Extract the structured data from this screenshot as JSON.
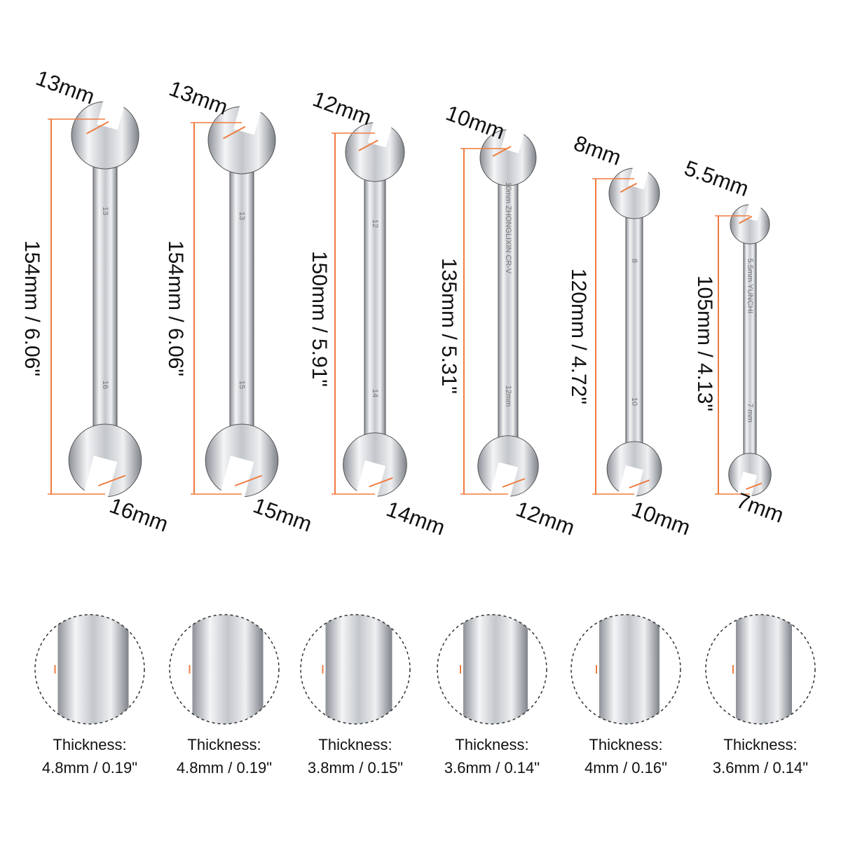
{
  "colors": {
    "dimension": "#f07b3f",
    "steel": "#c9ccd1",
    "outline": "#333333"
  },
  "wrenches": [
    {
      "top_size": "13mm",
      "bottom_size": "16mm",
      "length": "154mm / 6.06\"",
      "mark_top": "13",
      "mark_bottom": "16",
      "thickness_label": "Thickness:",
      "thickness": "4.8mm / 0.19\""
    },
    {
      "top_size": "13mm",
      "bottom_size": "15mm",
      "length": "154mm / 6.06\"",
      "mark_top": "13",
      "mark_bottom": "15",
      "thickness_label": "Thickness:",
      "thickness": "4.8mm / 0.19\""
    },
    {
      "top_size": "12mm",
      "bottom_size": "14mm",
      "length": "150mm / 5.91\"",
      "mark_top": "12",
      "mark_bottom": "14",
      "thickness_label": "Thickness:",
      "thickness": "3.8mm / 0.15\""
    },
    {
      "top_size": "10mm",
      "bottom_size": "12mm",
      "length": "135mm / 5.31\"",
      "mark_top": "10mm ZHONGLIXIN CR-V",
      "mark_bottom": "12mm",
      "thickness_label": "Thickness:",
      "thickness": "3.6mm / 0.14\""
    },
    {
      "top_size": "8mm",
      "bottom_size": "10mm",
      "length": "120mm / 4.72\"",
      "mark_top": "8",
      "mark_bottom": "10",
      "thickness_label": "Thickness:",
      "thickness": "4mm / 0.16\""
    },
    {
      "top_size": "5.5mm",
      "bottom_size": "7mm",
      "length": "105mm / 4.13\"",
      "mark_top": "5.5mm YUNCHI",
      "mark_bottom": "7 mm",
      "thickness_label": "Thickness:",
      "thickness": "3.6mm / 0.14\""
    }
  ]
}
